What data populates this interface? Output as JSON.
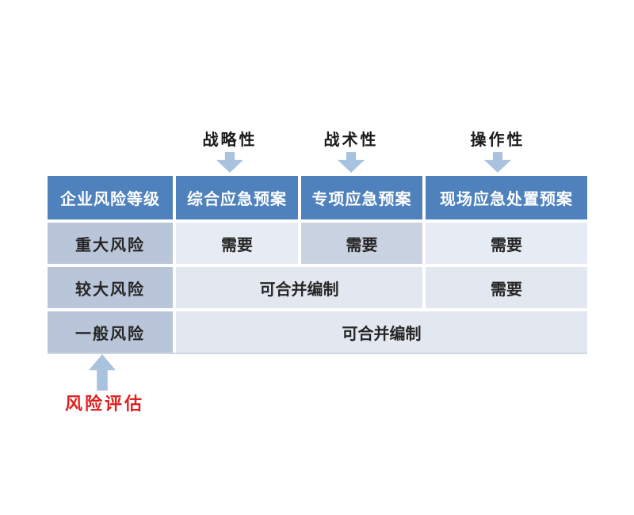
{
  "top_labels": [
    "战略性",
    "战术性",
    "操作性"
  ],
  "table": {
    "headers": [
      "企业风险等级",
      "综合应急预案",
      "专项应急预案",
      "现场应急处置预案"
    ],
    "rows": [
      {
        "label": "重大风险",
        "cells": [
          "需要",
          "需要",
          "需要"
        ]
      },
      {
        "label": "较大风险",
        "merged_cell": "可合并编制",
        "cells": [
          "需要"
        ]
      },
      {
        "label": "一般风险",
        "merged_cell": "可合并编制"
      }
    ]
  },
  "footer": {
    "risk_assessment_label": "风险评估"
  },
  "colors": {
    "header_bg": "#4f81bd",
    "row_label_bg": "#b9c5d8",
    "body_cell_bg": "#e7ebf3",
    "highlight_cell_bg": "#c9d2e1",
    "arrow": "#a9c3df",
    "annotation_red": "#e02020"
  }
}
